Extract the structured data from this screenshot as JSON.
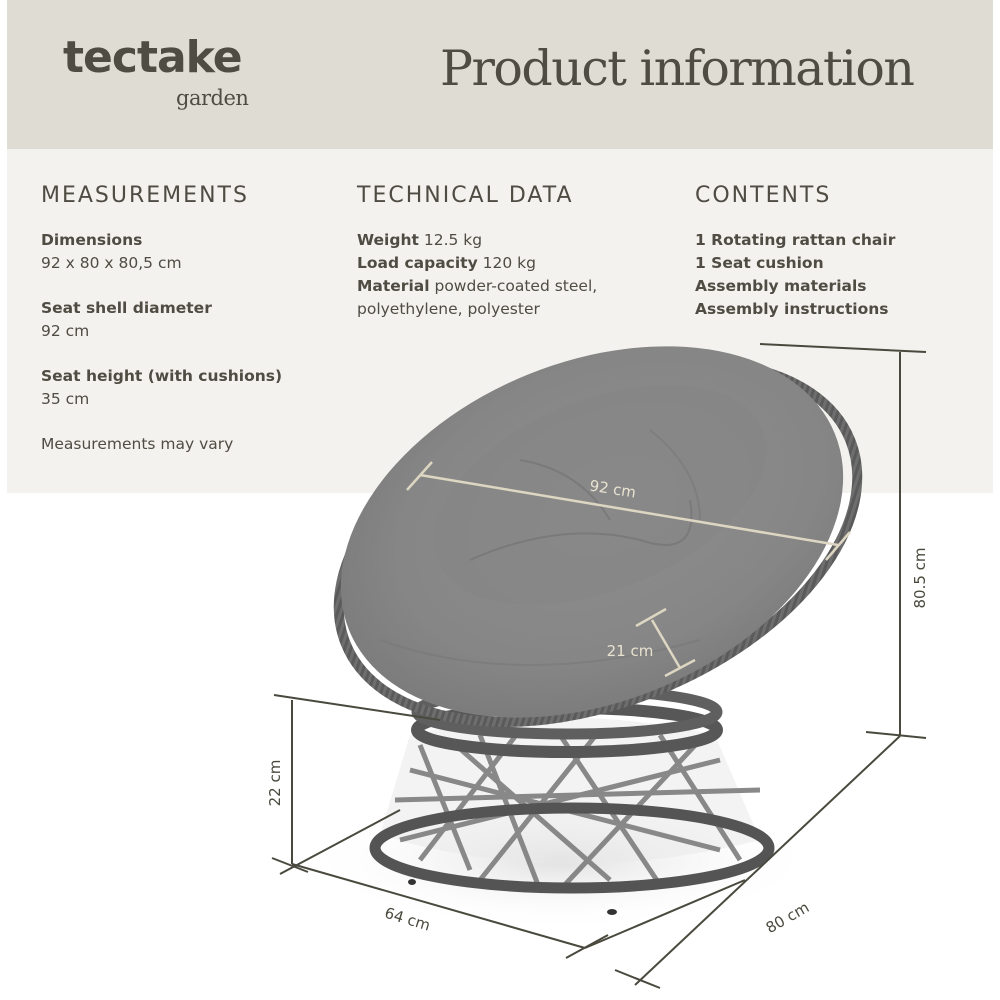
{
  "header": {
    "brand_name": "tectake",
    "brand_sub": "garden",
    "title": "Product information"
  },
  "measurements": {
    "heading": "MEASUREMENTS",
    "items": [
      {
        "label": "Dimensions",
        "value": "92 x 80 x 80,5 cm"
      },
      {
        "label": "Seat shell diameter",
        "value": "92 cm"
      },
      {
        "label": "Seat height (with cushions)",
        "value": "35 cm"
      }
    ],
    "note": "Measurements may vary"
  },
  "technical_data": {
    "heading": "TECHNICAL DATA",
    "items": [
      {
        "label": "Weight",
        "value": "12.5 kg"
      },
      {
        "label": "Load capacity",
        "value": "120 kg"
      },
      {
        "label": "Material",
        "value": "powder-coated steel,",
        "value_line2": "polyethylene, polyester"
      }
    ]
  },
  "contents": {
    "heading": "CONTENTS",
    "items": [
      "1 Rotating rattan chair",
      "1 Seat cushion",
      "Assembly materials",
      "Assembly instructions"
    ]
  },
  "illustration": {
    "subject": "rotating rattan papasan chair with grey cushion",
    "dimensions": {
      "diameter": "92 cm",
      "cushion_thickness": "21 cm",
      "total_height": "80.5 cm",
      "base_height": "22 cm",
      "base_depth": "64 cm",
      "depth": "80 cm"
    }
  },
  "colors": {
    "header_bg": "#dfdcd4",
    "panel_bg": "#f3f2ee",
    "text": "#4f4c43",
    "cushion": "#8a8a8a",
    "rattan": "#5e5e5e",
    "dim_line_light": "#ddd6c2",
    "dim_line_dark": "#4a493e"
  }
}
